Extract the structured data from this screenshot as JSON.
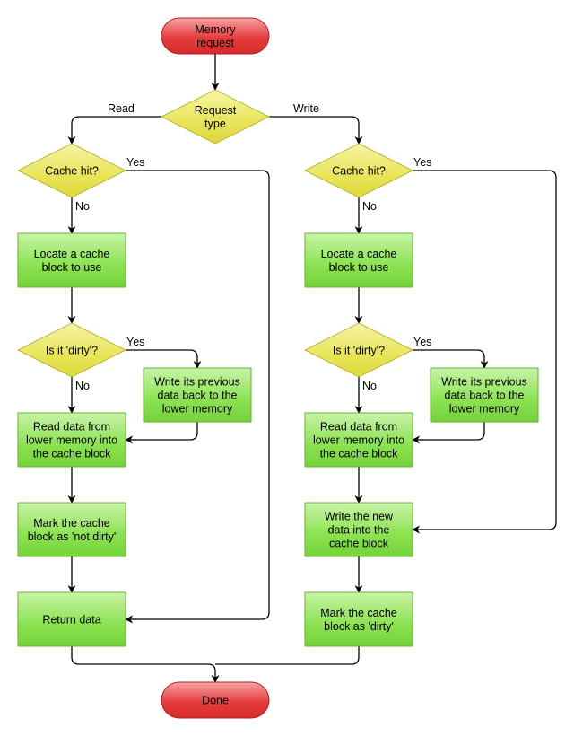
{
  "nodes": {
    "start": [
      "Memory",
      "request"
    ],
    "type": [
      "Request",
      "type"
    ],
    "l_hit": [
      "Cache hit?"
    ],
    "l_locate": [
      "Locate a cache",
      "block to use"
    ],
    "l_dirty": [
      "Is it 'dirty'?"
    ],
    "l_writeback": [
      "Write its previous",
      "data back to the",
      "lower memory"
    ],
    "l_read": [
      "Read data from",
      "lower memory into",
      "the cache block"
    ],
    "l_mark": [
      "Mark the cache",
      "block as 'not dirty'"
    ],
    "l_return": [
      "Return data"
    ],
    "r_hit": [
      "Cache hit?"
    ],
    "r_locate": [
      "Locate a cache",
      "block to use"
    ],
    "r_dirty": [
      "Is it 'dirty'?"
    ],
    "r_writeback": [
      "Write its previous",
      "data back to the",
      "lower memory"
    ],
    "r_read": [
      "Read data from",
      "lower memory into",
      "the cache block"
    ],
    "r_write": [
      "Write the new",
      "data into the",
      "cache block"
    ],
    "r_mark": [
      "Mark the cache",
      "block as 'dirty'"
    ],
    "done": [
      "Done"
    ]
  },
  "edge_labels": {
    "read": "Read",
    "write": "Write",
    "l_yes": "Yes",
    "l_no": "No",
    "l_dirty_yes": "Yes",
    "l_dirty_no": "No",
    "r_yes": "Yes",
    "r_no": "No",
    "r_dirty_yes": "Yes",
    "r_dirty_no": "No"
  },
  "colors": {
    "terminal_fill": "#e53d3d",
    "terminal_stroke": "#b22222",
    "decision_fill": "#e8e55a",
    "decision_stroke": "#b8b632",
    "process_fill": "#86e04a",
    "process_stroke": "#63b132",
    "line": "#000000"
  }
}
